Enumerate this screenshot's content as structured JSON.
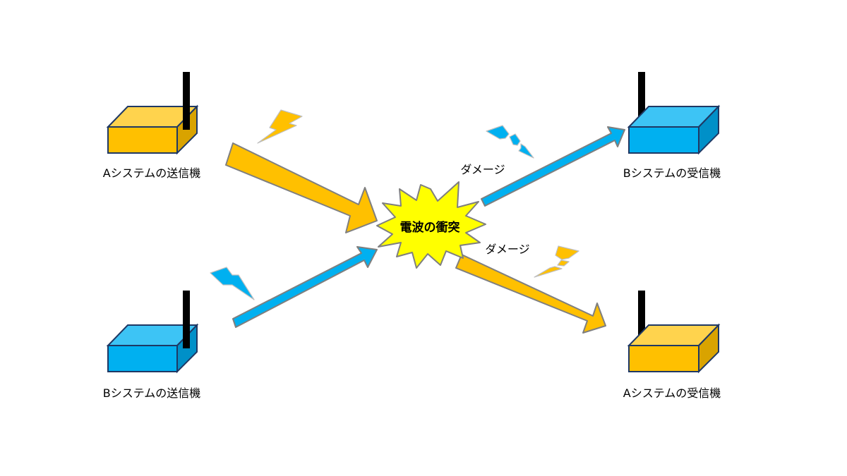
{
  "devices": {
    "a_transmitter": {
      "label": "Aシステムの送信機",
      "color": "#FFC000"
    },
    "b_transmitter": {
      "label": "Bシステムの送信機",
      "color": "#00B0F0"
    },
    "b_receiver": {
      "label": "Bシステムの受信機",
      "color": "#00B0F0"
    },
    "a_receiver": {
      "label": "Aシステムの受信機",
      "color": "#FFC000"
    }
  },
  "collision": {
    "label": "電波の衝突",
    "color": "#FFFF00"
  },
  "damage_labels": {
    "upper": "ダメージ",
    "lower": "ダメージ"
  },
  "colors": {
    "system_a": "#FFC000",
    "system_b": "#00B0F0",
    "outline": "#1F3864",
    "arrow_outline": "#7F7F7F",
    "antenna": "#000000"
  }
}
